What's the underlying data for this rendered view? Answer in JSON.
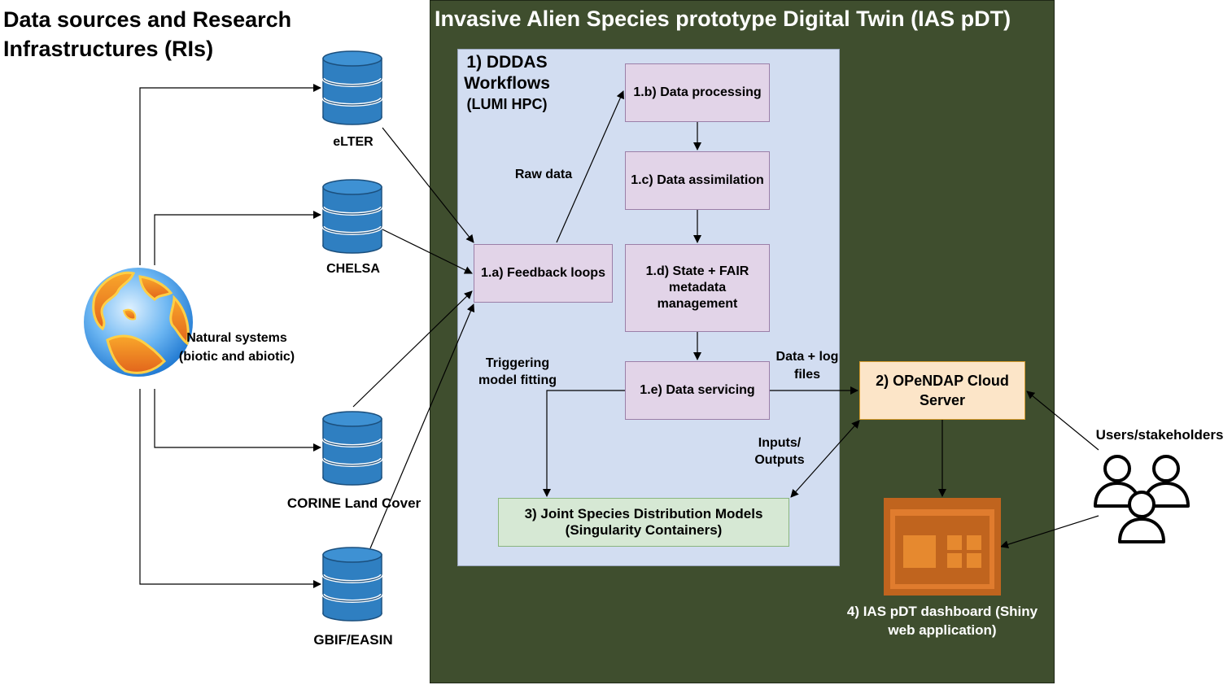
{
  "left_heading": "Data sources and Research Infrastructures (RIs)",
  "twin_title": "Invasive Alien Species prototype Digital Twin (IAS pDT)",
  "dddas": {
    "title": "1) DDDAS Workflows",
    "subtitle": "(LUMI HPC)"
  },
  "sources": {
    "eLTER": "eLTER",
    "CHELSA": "CHELSA",
    "CORINE": "CORINE Land Cover",
    "GBIF": "GBIF/EASIN"
  },
  "natural_systems": "Natural systems (biotic and abiotic)",
  "boxes": {
    "feedback": "1.a) Feedback loops",
    "processing": "1.b) Data processing",
    "assimilation": "1.c) Data assimilation",
    "state": "1.d) State + FAIR metadata management",
    "servicing": "1.e) Data servicing",
    "jsdm": "3) Joint Species Distribution Models (Singularity Containers)",
    "opendap": "2) OPeNDAP Cloud Server"
  },
  "labels": {
    "raw_data": "Raw data",
    "triggering": "Triggering model fitting",
    "data_log": "Data + log files",
    "inputs_outputs": "Inputs/ Outputs",
    "users": "Users/stakeholders",
    "dashboard": "4) IAS pDT dashboard (Shiny web application)"
  },
  "colors": {
    "twin_panel": "#3f4e2e",
    "dddas_panel": "#d2ddf1",
    "workflow_box": "#e2d4e8",
    "jsdm_box": "#d6e8d4",
    "server_box": "#fce5c8",
    "dashboard_icon": "#c0641e",
    "database": "#2f7fc1"
  },
  "icons": {
    "database": "database-icon",
    "globe": "globe-icon",
    "users": "users-icon",
    "dashboard": "dashboard-icon"
  }
}
